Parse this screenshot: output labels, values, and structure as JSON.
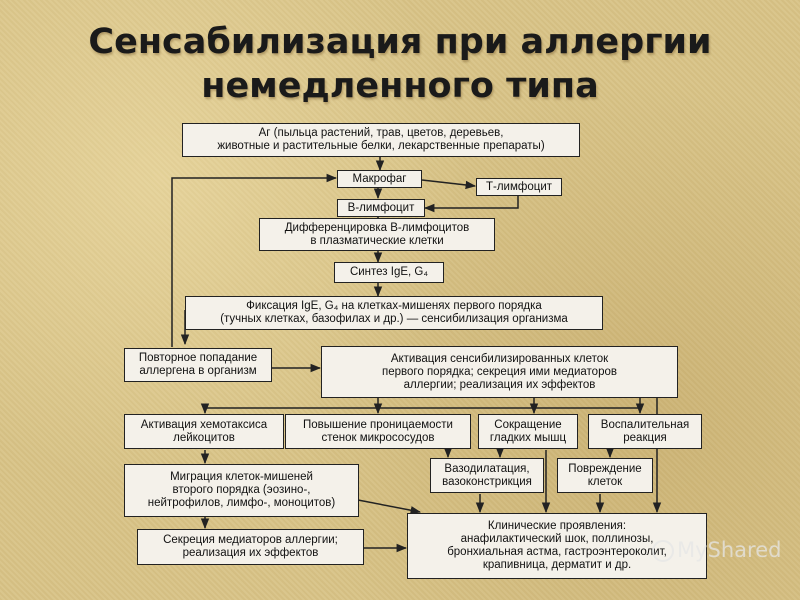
{
  "title": {
    "line1": "Сенсабилизация при аллергии",
    "line2": "немедленного типа"
  },
  "nodes": {
    "ag": "Аг (пыльца растений, трав, цветов, деревьев,\nживотные и растительные белки, лекарственные препараты)",
    "macrophage": "Макрофаг",
    "t_lymph": "Т-лимфоцит",
    "b_lymph": "В-лимфоцит",
    "differentiation": "Дифференцировка В-лимфоцитов\nв плазматические клетки",
    "synthesis": "Синтез IgE, G₄",
    "fixation": "Фиксация IgE, G₄ на клетках-мишенях первого порядка\n(тучных клетках, базофилах и др.) — сенсибилизация организма",
    "repeat": "Повторное попадание\nаллергена в организм",
    "activation": "Активация сенсибилизированных клеток\nпервого порядка; секреция ими медиаторов\nаллергии; реализация их эффектов",
    "chemotaxis": "Активация хемотаксиса\nлейкоцитов",
    "permeability": "Повышение проницаемости\nстенок микрососудов",
    "smooth": "Сокращение\nгладких мышц",
    "inflammatory": "Воспалительная\nреакция",
    "vaso": "Вазодилатация,\nвазоконстрикция",
    "damage": "Повреждение\nклеток",
    "migration": "Миграция клеток-мишеней\nвторого порядка (эозино-,\nнейтрофилов, лимфо-, моноцитов)",
    "secretion": "Секреция медиаторов аллергии;\nреализация их эффектов",
    "clinical": "Клинические проявления:\nанафилактический шок, поллинозы,\nбронхиальная астма, гастроэнтероколит,\nкрапивница, дерматит и др."
  },
  "watermark": {
    "text": "MyShared"
  },
  "colors": {
    "background": "#d9c488",
    "node_fill": "#f4f1ea",
    "stroke": "#222222"
  }
}
